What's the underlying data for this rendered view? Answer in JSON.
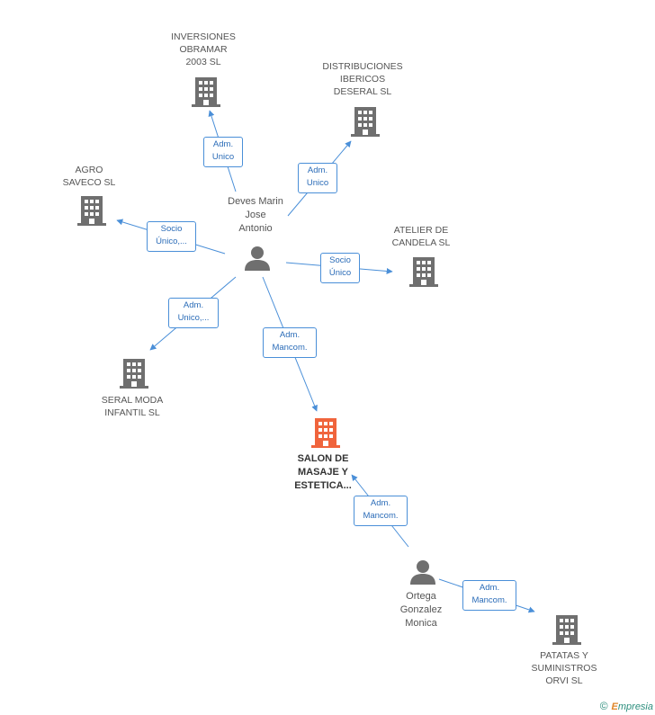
{
  "nodes": {
    "inversiones": [
      "INVERSIONES",
      "OBRAMAR",
      "2003 SL"
    ],
    "distribuciones": [
      "DISTRIBUCIONES",
      "IBERICOS",
      "DESERAL SL"
    ],
    "agro": [
      "AGRO",
      "SAVECO SL"
    ],
    "atelier": [
      "ATELIER DE",
      "CANDELA SL"
    ],
    "seral": [
      "SERAL MODA",
      "INFANTIL SL"
    ],
    "salon": [
      "SALON DE",
      "MASAJE Y",
      "ESTETICA..."
    ],
    "patatas": [
      "PATATAS Y",
      "SUMINISTROS",
      "ORVI SL"
    ],
    "deves": [
      "Deves Marin",
      "Jose",
      "Antonio"
    ],
    "ortega": [
      "Ortega",
      "Gonzalez",
      "Monica"
    ]
  },
  "edges": {
    "to_inversiones": [
      "Adm.",
      "Unico"
    ],
    "to_distribuciones": [
      "Adm.",
      "Unico"
    ],
    "to_agro": [
      "Socio",
      "Único,..."
    ],
    "to_atelier": [
      "Socio",
      "Único"
    ],
    "to_seral": [
      "Adm.",
      "Unico,..."
    ],
    "to_salon_deves": [
      "Adm.",
      "Mancom."
    ],
    "to_salon_ortega": [
      "Adm.",
      "Mancom."
    ],
    "to_patatas": [
      "Adm.",
      "Mancom."
    ]
  },
  "colors": {
    "company": "#6f6f6f",
    "focus_company": "#f0643c",
    "person": "#6f6f6f",
    "edge": "#4a8fd8"
  },
  "footer": {
    "copyright": "©",
    "brand_e": "E",
    "brand_rest": "mpresia"
  }
}
